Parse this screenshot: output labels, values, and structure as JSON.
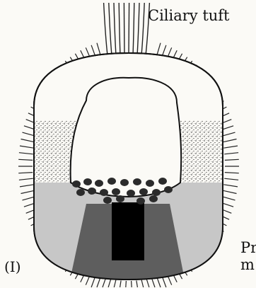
{
  "labels": {
    "ciliary_tuft": "Ciliary tuft",
    "right_label_line1": "Pr",
    "right_label_line2": "m",
    "panel": "(I)"
  },
  "colors": {
    "background": "#fbfaf6",
    "ink": "#111111",
    "light_grey": "#c7c7c7",
    "dark_grey": "#5e5e5e",
    "black_block": "#000000",
    "granule": "#2b2b2b"
  }
}
